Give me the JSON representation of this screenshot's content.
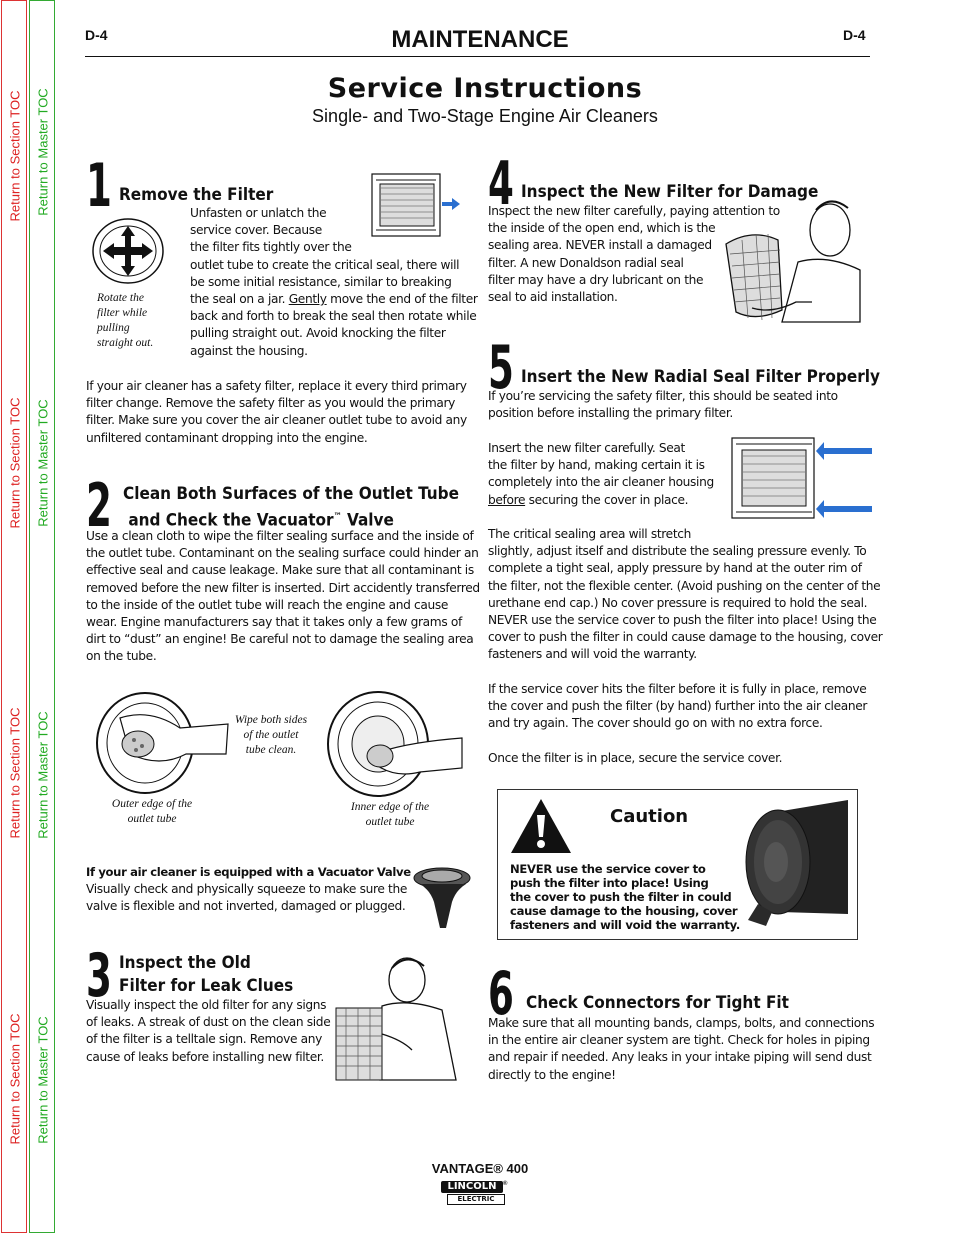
{
  "header": {
    "page_left": "D-4",
    "page_right": "D-4",
    "section": "MAINTENANCE"
  },
  "nav": {
    "section_toc": "Return to Section TOC",
    "master_toc": "Return to Master TOC"
  },
  "title": "Service Instructions",
  "subtitle": "Single- and Two-Stage Engine Air Cleaners",
  "step1": {
    "num": "1",
    "heading": "Remove the Filter",
    "lines": [
      "Unfasten or unlatch the",
      "service cover.  Because",
      "the filter fits tightly over the",
      "outlet tube to create the critical seal, there will",
      "be some initial resistance, similar to breaking"
    ],
    "line6a": "the seal on a jar. ",
    "line6u": "Gently",
    "line6b": " move the end of the filter",
    "lines2": [
      "back and forth to break the seal then rotate while",
      "pulling straight out. Avoid knocking the filter",
      "against the housing."
    ],
    "caption": [
      "Rotate the",
      "filter while",
      "pulling",
      "straight out."
    ],
    "safety": [
      "If your air cleaner has a safety filter, replace it every third primary",
      "filter change. Remove the safety filter as you would the primary",
      "filter.  Make sure you cover the air cleaner outlet tube to avoid any",
      "unfiltered contaminant dropping into the engine."
    ]
  },
  "step2": {
    "num": "2",
    "heading1": "Clean Both Surfaces of the Outlet Tube",
    "heading2": " and Check the Vacuator",
    "tm": "™",
    "heading3": " Valve",
    "lines": [
      "Use a clean cloth to wipe the filter sealing surface and the inside of",
      "the outlet tube. Contaminant on the sealing surface could hinder an",
      "effective seal and cause leakage. Make sure that all contaminant is",
      "removed before the new filter is inserted. Dirt accidently transferred",
      "to the inside of the outlet tube will reach the engine and cause",
      "wear. Engine manufacturers say that it takes only a few grams of",
      "dirt to “dust” an engine! Be careful not to damage the sealing area",
      "on the tube."
    ],
    "cap_wipe": [
      "Wipe both sides",
      "of the outlet",
      "tube clean."
    ],
    "cap_outer": [
      "Outer edge of the",
      "outlet tube"
    ],
    "cap_inner": [
      "Inner edge of the",
      "outlet tube"
    ],
    "vac_bold": "If your air cleaner is equipped with a Vacuator Valve",
    "vac_lines": [
      "Visually check and physically squeeze to make sure the",
      "valve is flexible and not inverted, damaged or plugged."
    ]
  },
  "step3": {
    "num": "3",
    "heading1": "Inspect the Old",
    "heading2": "Filter for Leak Clues",
    "lines": [
      "Visually inspect the old filter for any signs",
      "of leaks. A streak of dust on the clean side",
      "of the filter is a telltale sign. Remove any",
      "cause of leaks before installing new filter."
    ]
  },
  "step4": {
    "num": "4",
    "heading": "Inspect the New Filter for Damage",
    "lines": [
      "Inspect the new filter carefully, paying attention to",
      "the inside of the open end, which is the",
      "sealing area. NEVER install a damaged",
      "filter. A new Donaldson radial seal",
      "filter may have a dry lubricant on the",
      "seal to aid installation."
    ]
  },
  "step5": {
    "num": "5",
    "heading": "Insert the New Radial Seal Filter Properly",
    "lines": [
      "If you’re servicing the safety filter, this should be seated into",
      "position before installing the primary filter."
    ],
    "lines_b": [
      "Insert the new filter carefully. Seat",
      "the filter by hand, making certain it is",
      "completely into the air cleaner housing"
    ],
    "line_u": "before",
    "line_u_rest": " securing the cover in place.",
    "lines_c": [
      "The critical sealing area will stretch",
      "slightly, adjust itself and distribute the sealing pressure evenly. To",
      "complete a tight seal, apply pressure by hand at the outer rim of",
      "the filter, not the flexible center. (Avoid pushing on the center of the",
      "urethane end cap.) No cover pressure is required to hold the seal.",
      "NEVER use the service cover to push the filter into place!  Using the",
      "cover to push the filter in could cause damage to the housing, cover",
      "fasteners and will void the warranty."
    ],
    "lines_d": [
      "If the service cover hits the filter before it is fully in place, remove",
      "the cover and push the filter (by hand) further into the air cleaner",
      "and try again. The cover should go on with no extra force."
    ],
    "line_e": "Once the filter is in place, secure the service cover."
  },
  "caution": {
    "title": "Caution",
    "lines": [
      "NEVER use the service cover to",
      "push the filter into place!  Using",
      "the cover to push the filter in could",
      "cause damage to the housing, cover",
      "fasteners and will void the warranty."
    ]
  },
  "step6": {
    "num": "6",
    "heading": "Check Connectors for Tight Fit",
    "lines": [
      "Make sure that all mounting bands, clamps, bolts, and connections",
      "in the entire air cleaner system are tight. Check for holes in piping",
      "and repair if needed. Any leaks in your intake piping will send dust",
      "directly to the engine!"
    ]
  },
  "footer": {
    "model": "VANTAGE® 400",
    "logo_top": "LINCOLN",
    "logo_reg": "®",
    "logo_bottom": "ELECTRIC"
  },
  "colors": {
    "nav_red": "#dd2222",
    "nav_green": "#22aa22",
    "arrow_blue": "#2a6fd0"
  }
}
